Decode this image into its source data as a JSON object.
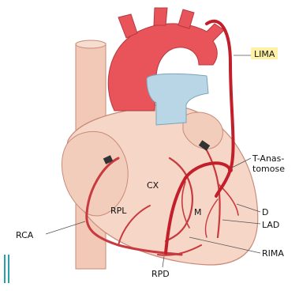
{
  "labels": {
    "lima": "LIMA",
    "t_anastomose_1": "T-Anas-",
    "t_anastomose_2": "tomose",
    "d": "D",
    "lad": "LAD",
    "cx": "CX",
    "m": "M",
    "rpl": "RPL",
    "rca": "RCA",
    "rima": "RIMA",
    "rpd": "RPD"
  },
  "colors": {
    "aorta": "#e9545a",
    "heart_tissue": "#f6d6c6",
    "heart_shadow": "#eab7a3",
    "coronary_artery": "#c83a3f",
    "graft": "#c21f2b",
    "pulmonary_trunk": "#b9d6e6",
    "vena_cava": "#f2c8b6",
    "lima_highlight": "#fff2a6",
    "corner_mark": "#2aa0a8"
  }
}
